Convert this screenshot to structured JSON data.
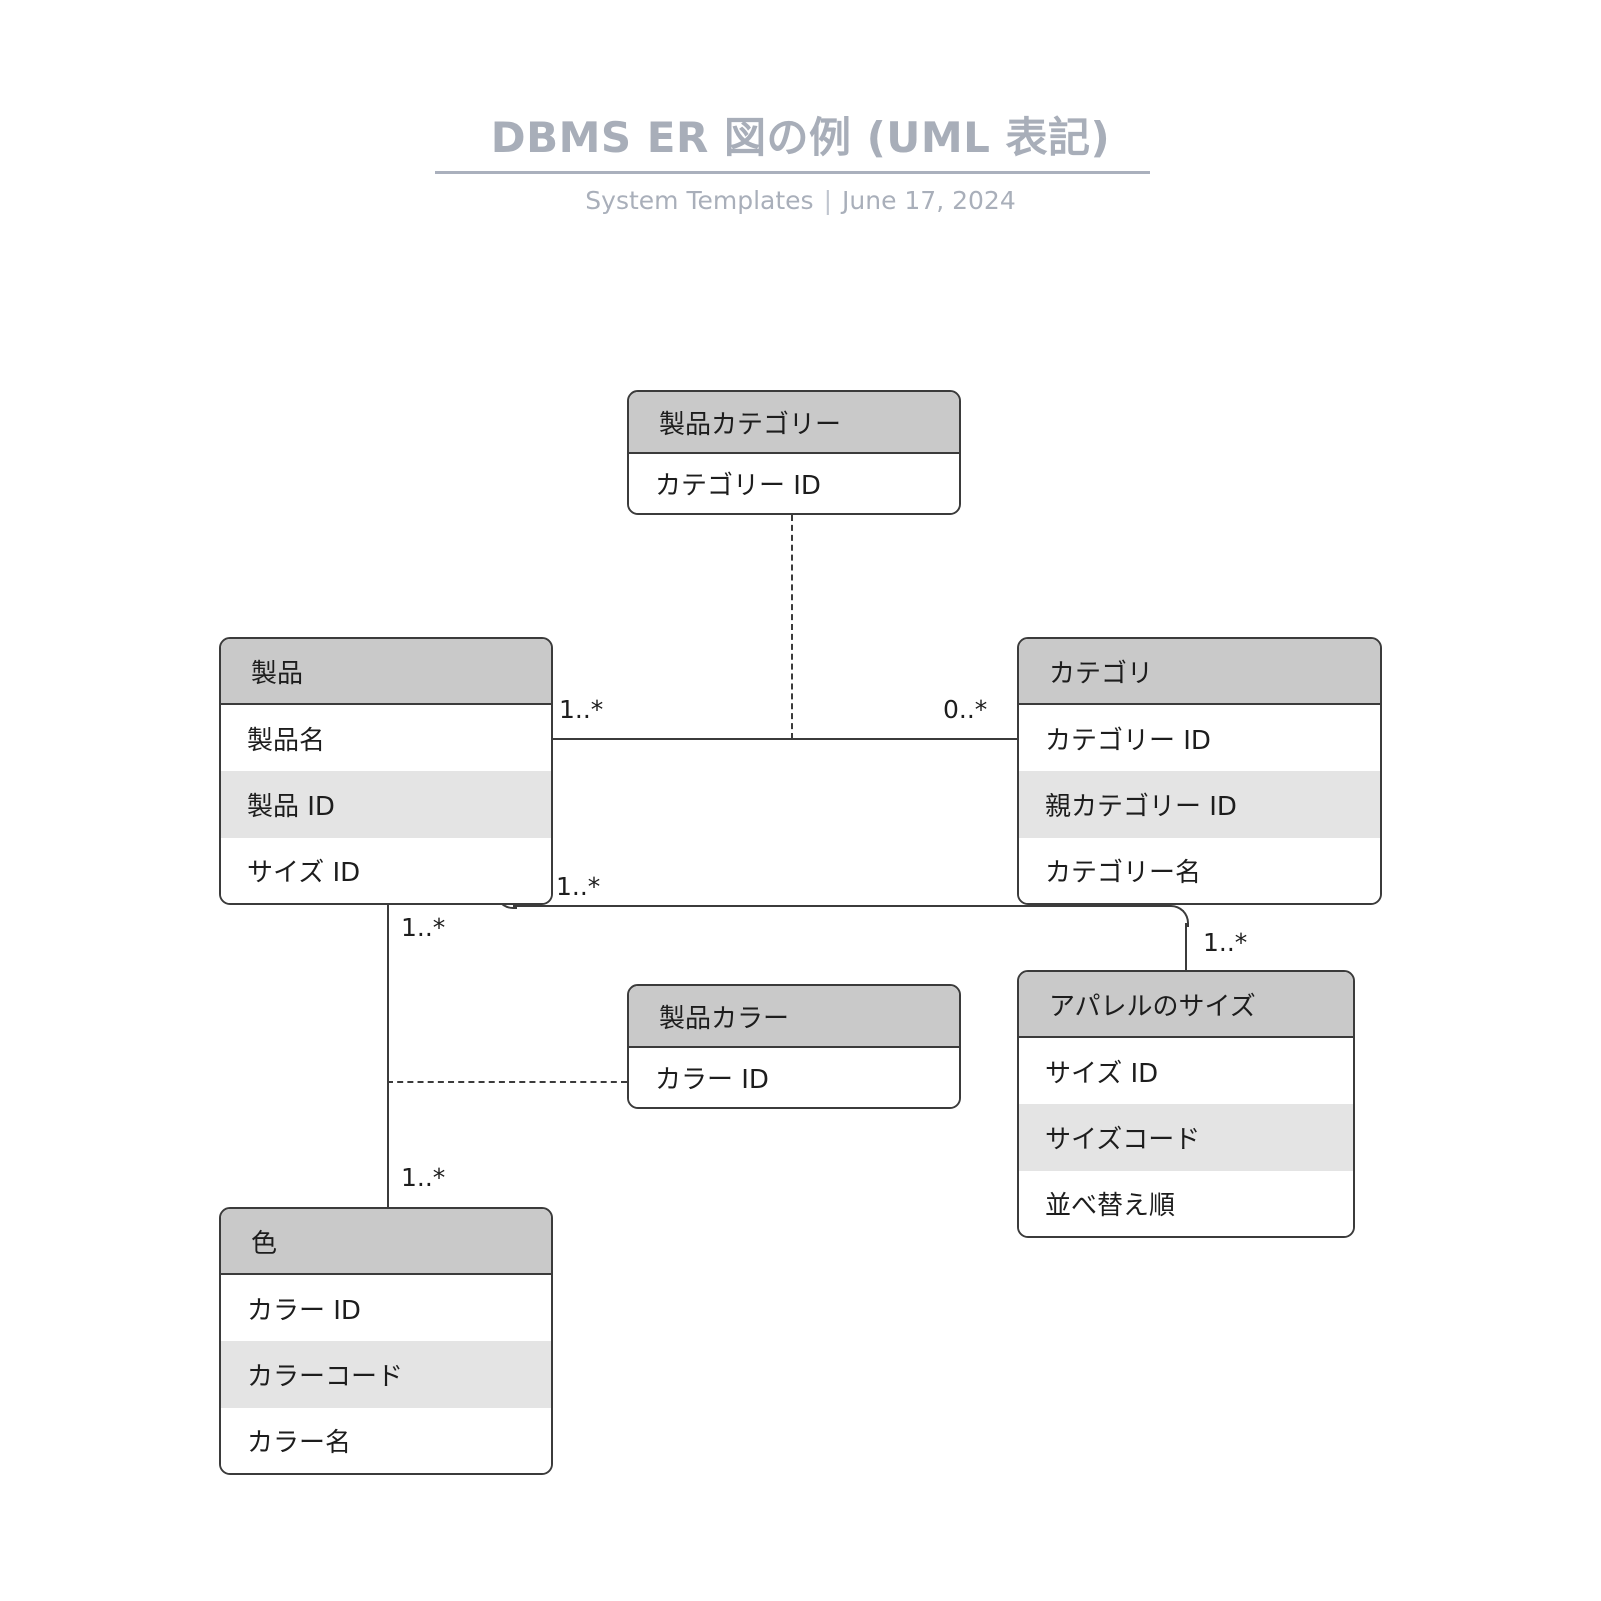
{
  "header": {
    "title": "DBMS ER 図の例 (UML 表記)",
    "subtitle_left": "System Templates",
    "subtitle_separator": "|",
    "subtitle_right": "June 17, 2024"
  },
  "colors": {
    "title": "#a8aeb9",
    "rule": "#aab0bd",
    "subtitle": "#a9afba",
    "entity_header_fill": "#c9c9c9",
    "entity_row_alt_fill": "#e4e4e4",
    "entity_border": "#3b3b3b",
    "background": "#ffffff"
  },
  "entities": [
    {
      "id": "product-category",
      "name": "製品カテゴリー",
      "attributes": [
        {
          "label": "カテゴリー ID",
          "shaded": false
        }
      ]
    },
    {
      "id": "product",
      "name": "製品",
      "attributes": [
        {
          "label": "製品名",
          "shaded": false
        },
        {
          "label": "製品 ID",
          "shaded": true
        },
        {
          "label": "サイズ ID",
          "shaded": false
        }
      ]
    },
    {
      "id": "category",
      "name": "カテゴリ",
      "attributes": [
        {
          "label": "カテゴリー ID",
          "shaded": false
        },
        {
          "label": "親カテゴリー ID",
          "shaded": true
        },
        {
          "label": "カテゴリー名",
          "shaded": false
        }
      ]
    },
    {
      "id": "product-color",
      "name": "製品カラー",
      "attributes": [
        {
          "label": "カラー ID",
          "shaded": false
        }
      ]
    },
    {
      "id": "apparel-size",
      "name": "アパレルのサイズ",
      "attributes": [
        {
          "label": "サイズ ID",
          "shaded": false
        },
        {
          "label": "サイズコード",
          "shaded": true
        },
        {
          "label": "並べ替え順",
          "shaded": false
        }
      ]
    },
    {
      "id": "color",
      "name": "色",
      "attributes": [
        {
          "label": "カラー ID",
          "shaded": false
        },
        {
          "label": "カラーコード",
          "shaded": true
        },
        {
          "label": "カラー名",
          "shaded": false
        }
      ]
    }
  ],
  "multiplicities": {
    "product_to_category_left": "1..*",
    "product_to_category_right": "0..*",
    "product_to_size_source": "1..*",
    "product_to_size_target": "1..*",
    "product_to_color_source": "1..*",
    "product_to_color_target": "1..*"
  }
}
